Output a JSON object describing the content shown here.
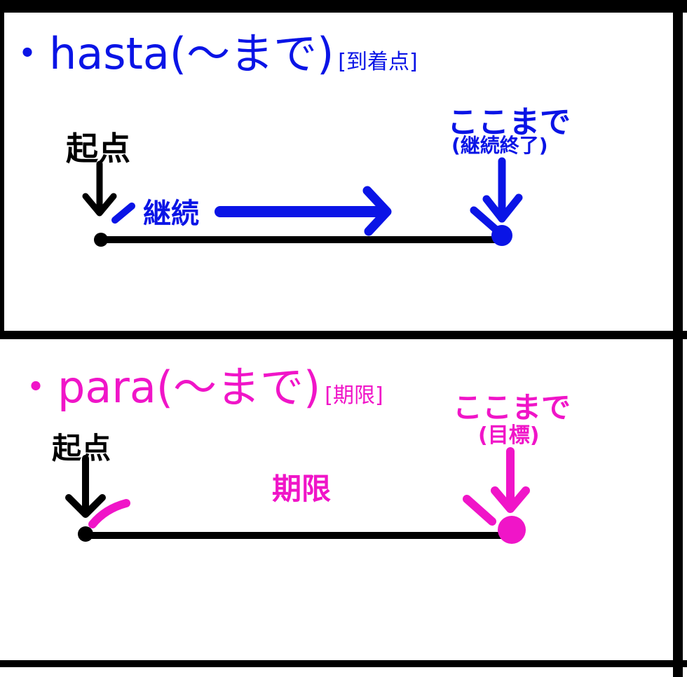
{
  "colors": {
    "hasta": "#0a14e6",
    "para": "#f015c8",
    "ink": "#000000"
  },
  "panel1": {
    "bullet": "・",
    "word": "hasta(〜まで)",
    "tag": "[到着点]",
    "start_label": "起点",
    "middle_label": "継続",
    "end_label": "ここまで",
    "end_sublabel": "(継続終了)"
  },
  "panel2": {
    "bullet": "・",
    "word": "para(〜まで)",
    "tag": "[期限]",
    "start_label": "起点",
    "middle_label": "期限",
    "end_label": "ここまで",
    "end_sublabel": "(目標)"
  }
}
